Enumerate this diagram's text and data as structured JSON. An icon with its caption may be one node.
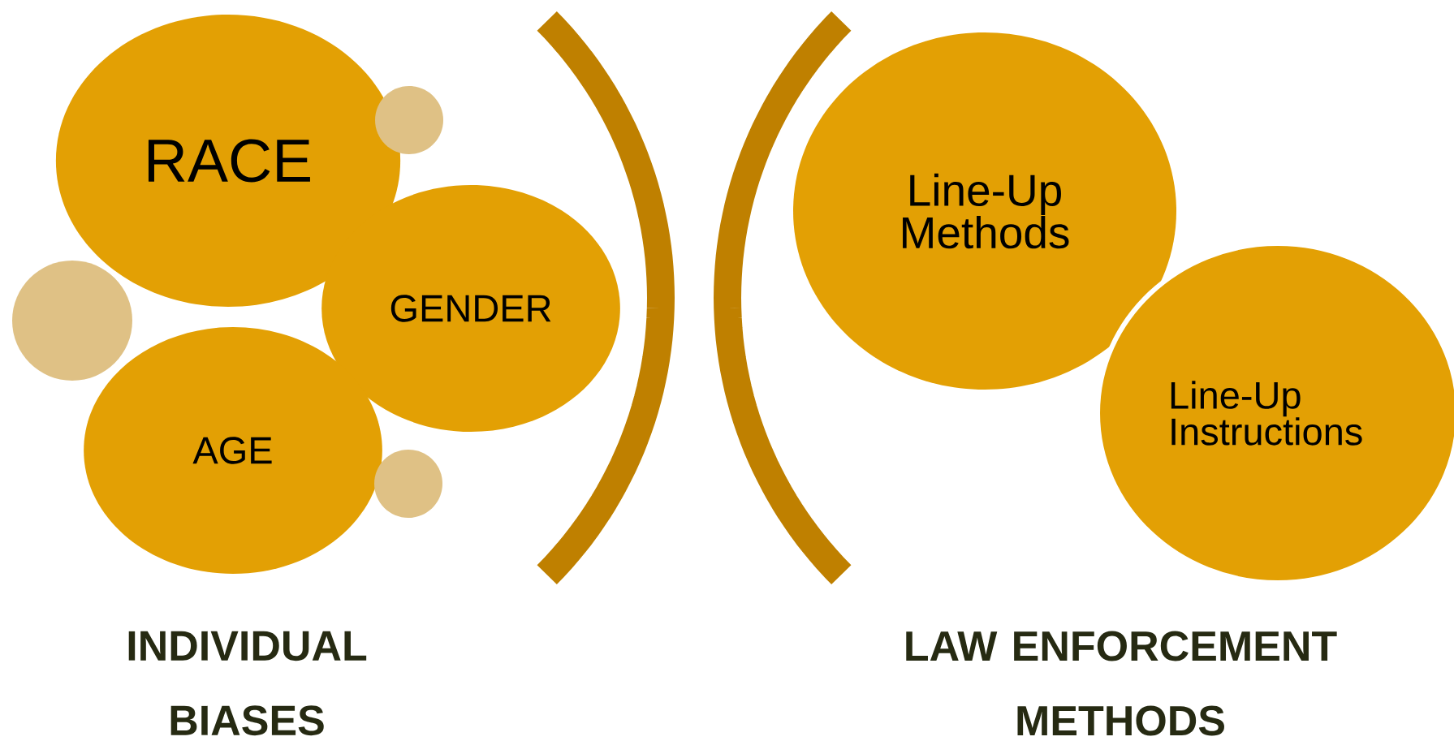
{
  "diagram": {
    "nodes": [
      {
        "text": [
          "RACE"
        ]
      },
      {
        "text": [],
        "shape": "circle"
      },
      {
        "text": [
          "GENDER"
        ]
      },
      {
        "text": [],
        "shape": "circle"
      },
      {
        "text": [
          "AGE"
        ]
      },
      {
        "text": [],
        "shape": "circle"
      },
      {
        "text": [
          "Line-Up Methods"
        ]
      },
      {
        "text": [
          "Line-Up Instructions"
        ]
      }
    ],
    "labels": [
      "INDIVIDUAL BIASES",
      "LAW ENFORCEMENT METHODS"
    ]
  }
}
